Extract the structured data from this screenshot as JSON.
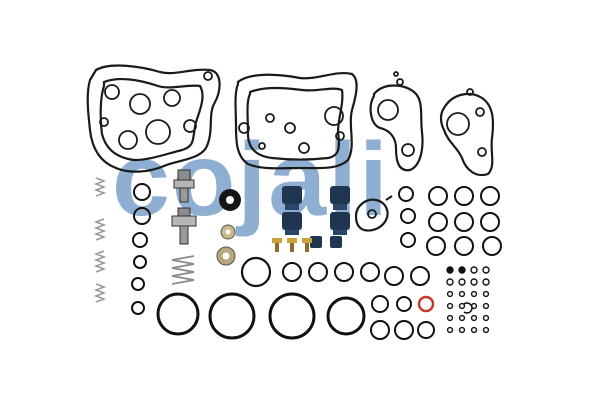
{
  "watermark": {
    "text": "cojali",
    "color": "#4a7fb5"
  },
  "colors": {
    "background": "#ffffff",
    "parts": "#111111",
    "seal_red": "#c0392b",
    "metal": "#9a9a9a",
    "rubber_blue": "#1f3550"
  },
  "components": {
    "gaskets": 4,
    "springs_small": 4,
    "springs_large": 1,
    "valve_pins": 2,
    "blue_rubber_boots": 6,
    "brass_screws": 3
  }
}
